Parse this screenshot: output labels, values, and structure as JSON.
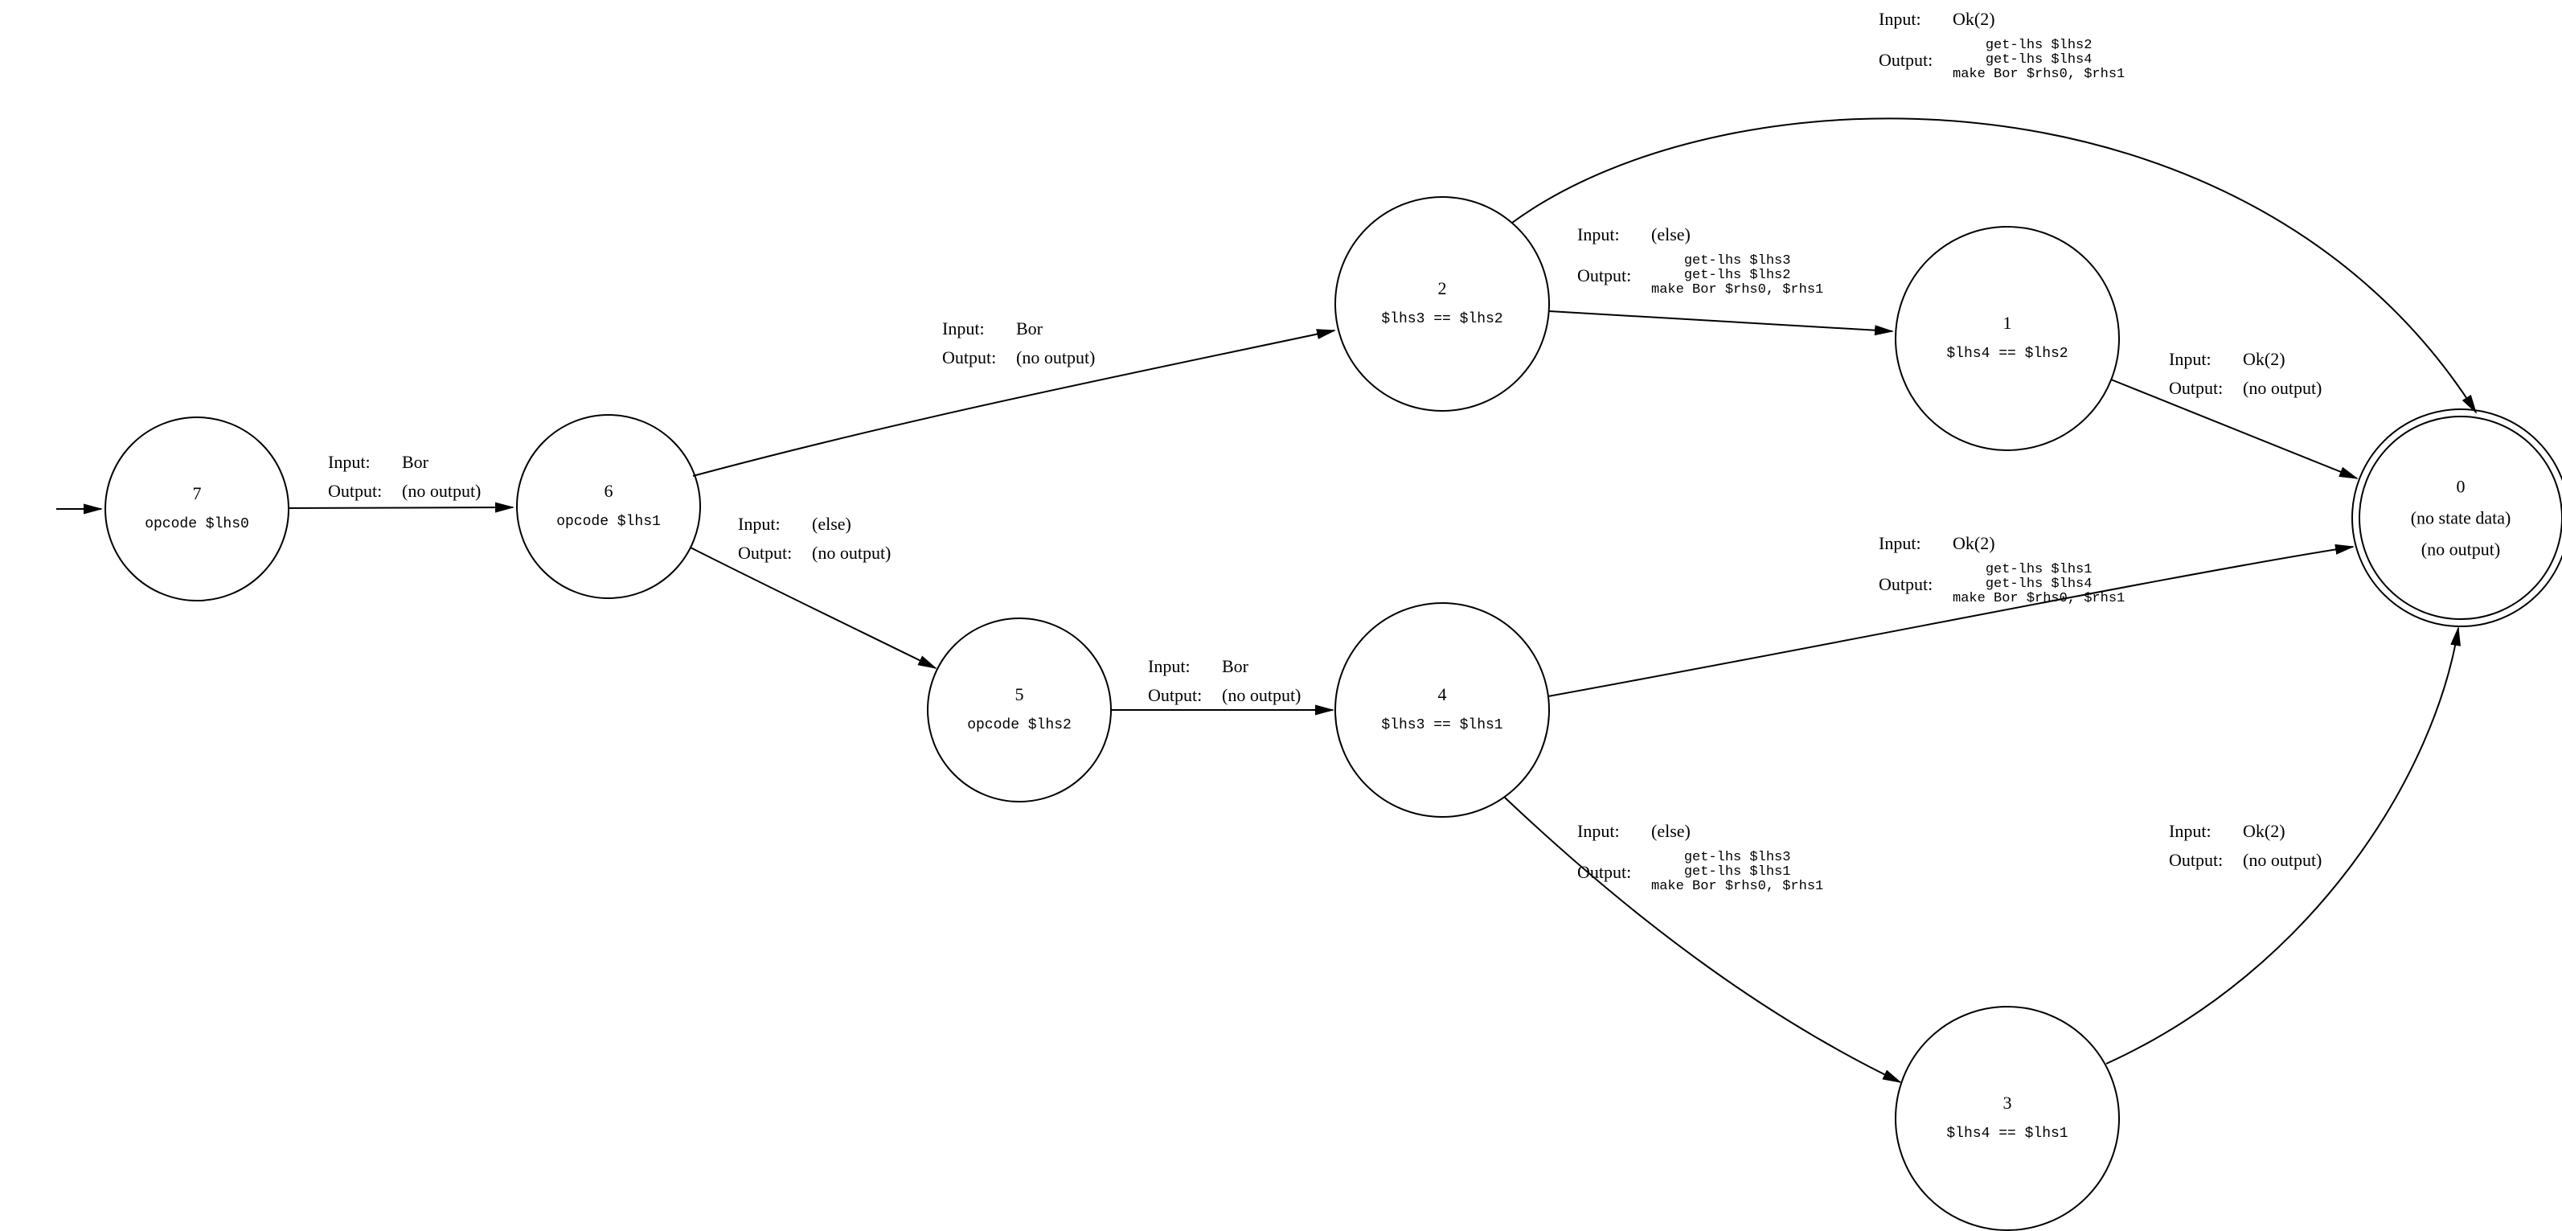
{
  "diagram": {
    "type": "finite-state-machine",
    "background_color": "#ffffff",
    "stroke_color": "#000000",
    "input_key": "Input:",
    "output_key": "Output:",
    "nodes": {
      "n7": {
        "id": "7",
        "data": "opcode $lhs0"
      },
      "n6": {
        "id": "6",
        "data": "opcode $lhs1"
      },
      "n5": {
        "id": "5",
        "data": "opcode $lhs2"
      },
      "n2": {
        "id": "2",
        "data": "$lhs3 == $lhs2"
      },
      "n4": {
        "id": "4",
        "data": "$lhs3 == $lhs1"
      },
      "n1": {
        "id": "1",
        "data": "$lhs4 == $lhs2"
      },
      "n3": {
        "id": "3",
        "data": "$lhs4 == $lhs1"
      },
      "n0": {
        "id": "0",
        "line1": "(no state data)",
        "line2": "(no output)",
        "accepting": true
      }
    },
    "edges": {
      "start": {
        "from": "start",
        "to": "7"
      },
      "e76": {
        "from": "7",
        "to": "6",
        "input": "Bor",
        "output": "(no output)"
      },
      "e62": {
        "from": "6",
        "to": "2",
        "input": "Bor",
        "output": "(no output)"
      },
      "e65": {
        "from": "6",
        "to": "5",
        "input": "(else)",
        "output": "(no output)"
      },
      "e54": {
        "from": "5",
        "to": "4",
        "input": "Bor",
        "output": "(no output)"
      },
      "e21": {
        "from": "2",
        "to": "1",
        "input": "(else)",
        "output_lines": [
          "get-lhs $lhs3",
          "get-lhs $lhs2",
          "make Bor $rhs0, $rhs1"
        ]
      },
      "e20": {
        "from": "2",
        "to": "0",
        "input": "Ok(2)",
        "output_lines": [
          "get-lhs $lhs2",
          "get-lhs $lhs4",
          "make Bor $rhs0, $rhs1"
        ]
      },
      "e10": {
        "from": "1",
        "to": "0",
        "input": "Ok(2)",
        "output": "(no output)"
      },
      "e40": {
        "from": "4",
        "to": "0",
        "input": "Ok(2)",
        "output_lines": [
          "get-lhs $lhs1",
          "get-lhs $lhs4",
          "make Bor $rhs0, $rhs1"
        ]
      },
      "e43": {
        "from": "4",
        "to": "3",
        "input": "(else)",
        "output_lines": [
          "get-lhs $lhs3",
          "get-lhs $lhs1",
          "make Bor $rhs0, $rhs1"
        ]
      },
      "e30": {
        "from": "3",
        "to": "0",
        "input": "Ok(2)",
        "output": "(no output)"
      }
    }
  }
}
